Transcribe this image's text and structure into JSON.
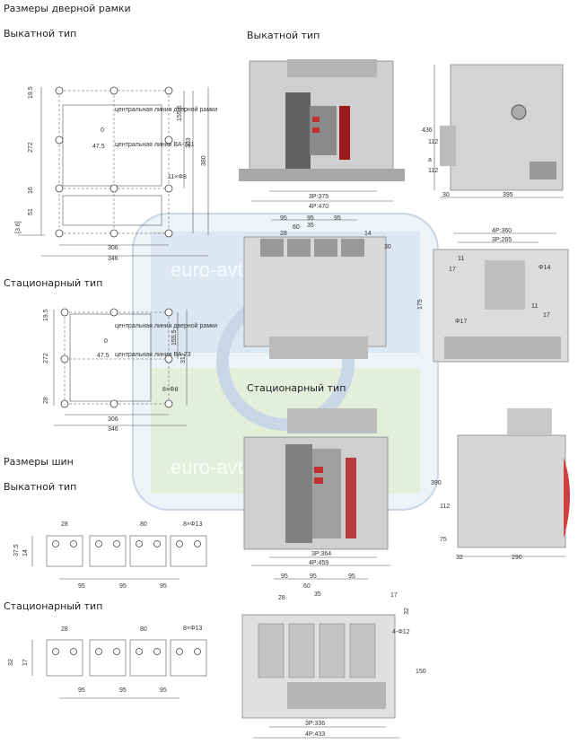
{
  "headings": {
    "door_frame": "Размеры дверной рамки",
    "draw_out_left": "Выкатной тип",
    "draw_out_right": "Выкатной тип",
    "stationary_left": "Стационарный тип",
    "stationary_right": "Стационарный тип",
    "busbars": "Размеры шин",
    "bus_draw_out": "Выкатной тип",
    "bus_stationary": "Стационарный тип"
  },
  "watermark": {
    "text1": "euro-avtomatika.ru",
    "text2": "euro-avtomatika.ru"
  },
  "door_drawout": {
    "d1": "19.5",
    "d2": "155.5",
    "d3": "303",
    "d4": "380",
    "d5": "272",
    "d6": "16",
    "d7": "51",
    "d8": "[3.6]",
    "d9": "0",
    "d10": "47.5",
    "d11": "306",
    "d12": "346",
    "d13": "11×Φ8",
    "note1": "центральная линия дверной рамки",
    "note2": "центральная линия ВА-731"
  },
  "door_stationary": {
    "d1": "19.5",
    "d2": "155.5",
    "d3": "312",
    "d4": "272",
    "d5": "28",
    "d6": "0",
    "d7": "47.5",
    "d8": "306",
    "d9": "346",
    "d10": "8×Φ8",
    "note1": "центральная линия дверной рамки",
    "note2": "центральная линия ВА-73"
  },
  "bus_drawout": {
    "d1": "28",
    "d2": "80",
    "d3": "8×Φ13",
    "d4": "37.5",
    "d5": "14",
    "d6": "95",
    "d7": "95",
    "d8": "95"
  },
  "bus_stationary": {
    "d1": "28",
    "d2": "80",
    "d3": "8×Φ13",
    "d4": "32",
    "d5": "17",
    "d6": "95",
    "d7": "95",
    "d8": "95"
  },
  "drawout_front": {
    "d1": "3P:375",
    "d2": "4P:470"
  },
  "drawout_side": {
    "d1": "436",
    "d2": "112",
    "d3": "a",
    "d4": "112",
    "d5": "30",
    "d6": "395"
  },
  "drawout_top": {
    "d1": "95",
    "d2": "95",
    "d3": "95",
    "d4": "35",
    "d5": "28",
    "d6": "60",
    "d7": "14",
    "d8": "30"
  },
  "drawout_rear": {
    "d1": "4P:360",
    "d2": "3P:265",
    "d3": "11",
    "d4": "17",
    "d5": "Φ14",
    "d6": "175",
    "d7": "Φ17",
    "d8": "11",
    "d9": "17"
  },
  "stat_front": {
    "d1": "3P:364",
    "d2": "4P:459"
  },
  "stat_side": {
    "d1": "390",
    "d2": "112",
    "d3": "75",
    "d4": "32",
    "d5": "290"
  },
  "stat_top": {
    "d1": "95",
    "d2": "95",
    "d3": "95",
    "d4": "60",
    "d5": "35",
    "d6": "28",
    "d7": "17",
    "d8": "32",
    "d9": "4-Φ12",
    "d10": "150",
    "d11": "3P:336",
    "d12": "4P:433"
  }
}
